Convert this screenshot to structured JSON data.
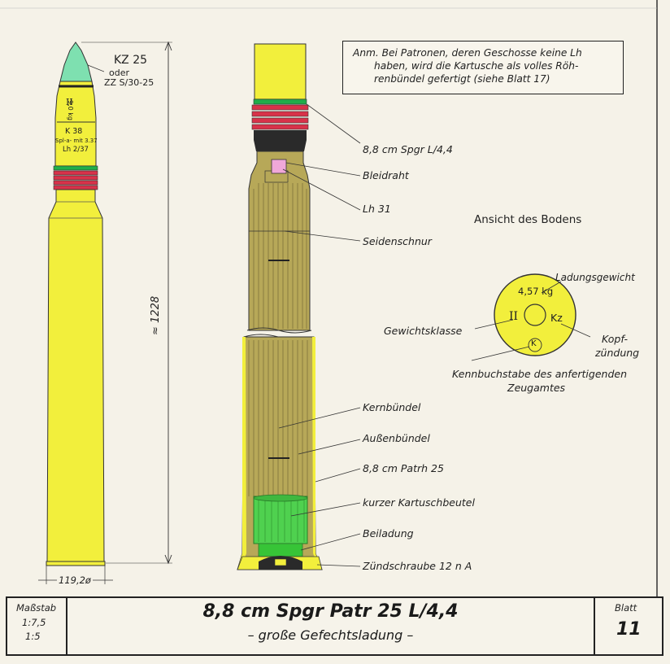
{
  "note": {
    "line1": "Anm. Bei Patronen, deren Geschosse keine Lh",
    "line2": "haben, wird die Kartusche als volles Röh-",
    "line3": "renbündel gefertigt (siehe Blatt 17)"
  },
  "left_drawing": {
    "fuze_label": "KZ 25",
    "fuze_alt_1": "oder",
    "fuze_alt_2": "ZZ S/30-25",
    "mark_weight_class": "II",
    "mark_weight": "9,0 kg",
    "mark_filling_1": "K 38",
    "mark_filling_2": "Spl-a- mit 3.37",
    "mark_filling_3": "Lh 2/37",
    "length_dim": "≈ 1228",
    "diameter_dim": "119,2ø"
  },
  "center_labels": {
    "projectile": "8,8 cm Spgr L/4,4",
    "lead_wire": "Bleidraht",
    "lh": "Lh 31",
    "silk_cord": "Seidenschnur",
    "core_bundle": "Kernbündel",
    "outer_bundle": "Außenbündel",
    "case": "8,8 cm Patrh 25",
    "short_bag": "kurzer Kartuschbeutel",
    "igniter": "Beiladung",
    "primer": "Zündschraube 12 n A"
  },
  "base_view": {
    "title": "Ansicht des Bodens",
    "charge_weight_value": "4,57 kg",
    "charge_weight_label": "Ladungsgewicht",
    "weight_class_mark": "II",
    "weight_class_label": "Gewichtsklasse",
    "fuze_mark": "Kz",
    "fuze_label_1": "Kopf-",
    "fuze_label_2": "zündung",
    "arsenal_mark": "K",
    "arsenal_label_1": "Kennbuchstabe des anfertigenden",
    "arsenal_label_2": "Zeugamtes"
  },
  "title_block": {
    "scale_label": "Maßstab",
    "scale_1": "1:7,5",
    "scale_2": "1:5",
    "title": "8,8 cm Spgr Patr 25 L/4,4",
    "subtitle": "– große Gefechtsladung –",
    "sheet_label": "Blatt",
    "sheet_number": "11"
  },
  "colors": {
    "yellow": "#f2ef3c",
    "fuze_green": "#7ee0b0",
    "band_red": "#d8324a",
    "band_green": "#1fae4a",
    "bag_green": "#4fd14f",
    "olive": "#b7a858",
    "pink": "#f0a8d8"
  }
}
